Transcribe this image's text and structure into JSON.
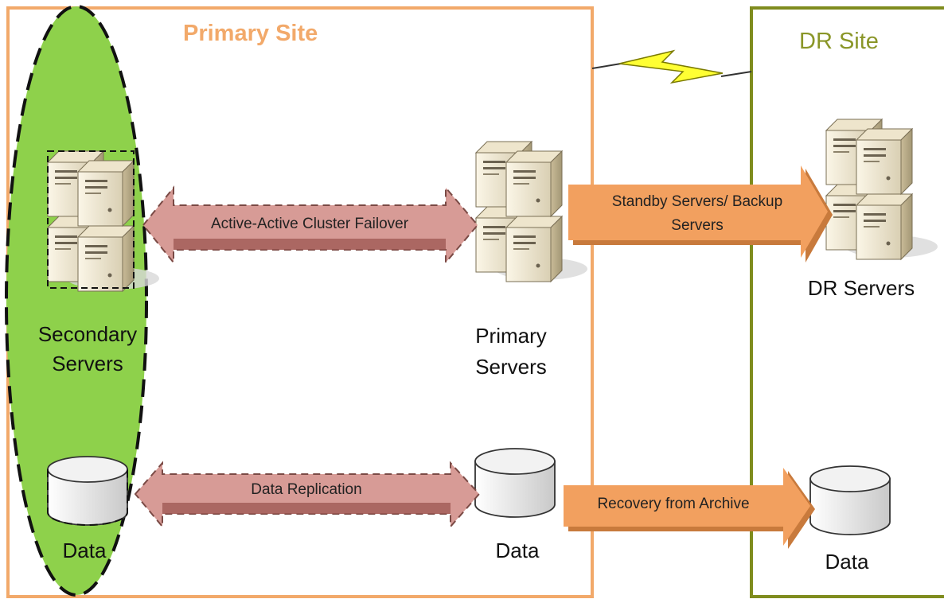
{
  "primary_site": {
    "title": "Primary Site",
    "border_color": "#f2a96a",
    "title_color": "#f2a96a"
  },
  "dr_site": {
    "title": "DR Site",
    "border_color": "#7f8c1e",
    "title_color": "#8a9628"
  },
  "secondary_zone_color": "#8ed14b",
  "secondary_servers": {
    "label_line1": "Secondary",
    "label_line2": "Servers"
  },
  "primary_servers": {
    "label_line1": "Primary",
    "label_line2": "Servers"
  },
  "dr_servers": {
    "label": "DR Servers"
  },
  "secondary_data": {
    "label": "Data"
  },
  "primary_data": {
    "label": "Data"
  },
  "dr_data": {
    "label": "Data"
  },
  "arrows": {
    "cluster_failover": "Active-Active Cluster Failover",
    "data_replication": "Data Replication",
    "standby_line1": "Standby Servers/ Backup",
    "standby_line2": "Servers",
    "recovery_archive": "Recovery from Archive"
  },
  "colors": {
    "double_arrow": "#d79b96",
    "single_arrow": "#f2a05f",
    "wan_link": "#ffff33"
  },
  "icons": [
    "server-stack-icon",
    "database-cylinder-icon",
    "lightning-link-icon"
  ]
}
